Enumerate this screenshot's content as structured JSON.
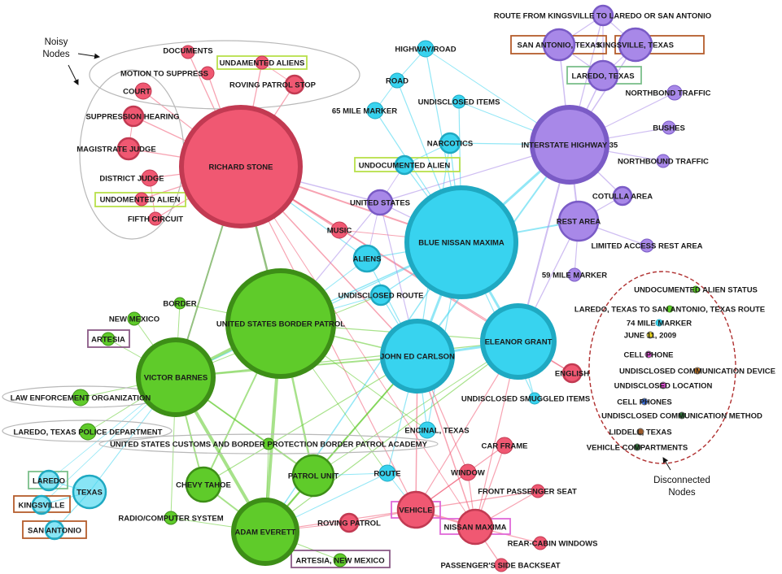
{
  "annotations": {
    "noisy": [
      "Noisy",
      "Nodes"
    ],
    "disconnected": [
      "Disconnected",
      "Nodes"
    ]
  },
  "colors": {
    "pink": "#f05872",
    "pink_dark": "#c23a52",
    "green": "#5fcb2a",
    "green_dark": "#3d8e17",
    "cyan": "#38d3ef",
    "cyan_dark": "#1fa9c2",
    "purple": "#a888e8",
    "purple_dark": "#7a5bc6",
    "box_yellowgreen": "#b8e04a",
    "box_magenta": "#e069d8",
    "box_brown": "#b55d2c",
    "box_plum": "#8a5a86",
    "box_sage": "#7bbf8a",
    "ellipse_gray": "#b8b8b8",
    "ellipse_red": "#b03030"
  },
  "nodes": [
    {
      "id": "richard_stone",
      "label": "RICHARD STONE",
      "color": "pink"
    },
    {
      "id": "documents",
      "label": "DOCUMENTS",
      "color": "pink"
    },
    {
      "id": "motion",
      "label": "MOTION TO SUPPRESS",
      "color": "pink"
    },
    {
      "id": "undamented",
      "label": "UNDAMENTED ALIENS",
      "color": "pink"
    },
    {
      "id": "roving_stop",
      "label": "ROVING PATROL STOP",
      "color": "pink"
    },
    {
      "id": "court",
      "label": "COURT",
      "color": "pink"
    },
    {
      "id": "suppression",
      "label": "SUPPRESSION HEARING",
      "color": "pink"
    },
    {
      "id": "magistrate",
      "label": "MAGISTRATE JUDGE",
      "color": "pink"
    },
    {
      "id": "district",
      "label": "DISTRICT JUDGE",
      "color": "pink"
    },
    {
      "id": "undomented",
      "label": "UNDOMENTED ALIEN",
      "color": "pink"
    },
    {
      "id": "fifth",
      "label": "FIFTH CIRCUIT",
      "color": "pink"
    },
    {
      "id": "music",
      "label": "MUSIC",
      "color": "pink"
    },
    {
      "id": "highway_road",
      "label": "HIGHWAY/ROAD",
      "color": "cyan"
    },
    {
      "id": "road",
      "label": "ROAD",
      "color": "cyan"
    },
    {
      "id": "m65",
      "label": "65 MILE MARKER",
      "color": "cyan"
    },
    {
      "id": "undisclosed_items",
      "label": "UNDISCLOSED ITEMS",
      "color": "cyan"
    },
    {
      "id": "narcotics",
      "label": "NARCOTICS",
      "color": "cyan"
    },
    {
      "id": "undocumented_alien",
      "label": "UNDOCUMENTED ALIEN",
      "color": "cyan"
    },
    {
      "id": "united_states",
      "label": "UNITED STATES",
      "color": "purple"
    },
    {
      "id": "blue_nissan",
      "label": "BLUE NISSAN MAXIMA",
      "color": "cyan"
    },
    {
      "id": "aliens",
      "label": "ALIENS",
      "color": "cyan"
    },
    {
      "id": "undisclosed_route",
      "label": "UNDISCLOSED ROUTE",
      "color": "cyan"
    },
    {
      "id": "john",
      "label": "JOHN ED CARLSON",
      "color": "cyan"
    },
    {
      "id": "eleanor",
      "label": "ELEANOR GRANT",
      "color": "cyan"
    },
    {
      "id": "english",
      "label": "ENGLISH",
      "color": "pink"
    },
    {
      "id": "smuggled",
      "label": "UNDISCLOSED SMUGGLED ITEMS",
      "color": "cyan"
    },
    {
      "id": "encinal",
      "label": "ENCINAL, TEXAS",
      "color": "cyan"
    },
    {
      "id": "car_frame",
      "label": "CAR FRAME",
      "color": "pink"
    },
    {
      "id": "window",
      "label": "WINDOW",
      "color": "pink"
    },
    {
      "id": "route",
      "label": "ROUTE",
      "color": "cyan"
    },
    {
      "id": "front_seat",
      "label": "FRONT PASSENGER SEAT",
      "color": "pink"
    },
    {
      "id": "vehicle",
      "label": "VEHICLE",
      "color": "pink"
    },
    {
      "id": "nissan_maxima",
      "label": "NISSAN MAXIMA",
      "color": "pink"
    },
    {
      "id": "rear_cabin",
      "label": "REAR-CABIN WINDOWS",
      "color": "pink"
    },
    {
      "id": "backseat",
      "label": "PASSENGER'S SIDE BACKSEAT",
      "color": "pink"
    },
    {
      "id": "roving_patrol",
      "label": "ROVING PATROL",
      "color": "pink"
    },
    {
      "id": "route_kingsville",
      "label": "ROUTE FROM KINGSVILLE TO LAREDO OR SAN ANTONIO",
      "color": "purple"
    },
    {
      "id": "san_antonio_tx",
      "label": "SAN ANTONIO, TEXAS",
      "color": "purple"
    },
    {
      "id": "kingsville_tx",
      "label": "KINGSVILLE, TEXAS",
      "color": "purple"
    },
    {
      "id": "laredo_tx",
      "label": "LAREDO, TEXAS",
      "color": "purple"
    },
    {
      "id": "northbond",
      "label": "NORTHBOND TRAFFIC",
      "color": "purple"
    },
    {
      "id": "bushes",
      "label": "BUSHES",
      "color": "purple"
    },
    {
      "id": "i35",
      "label": "INTERSTATE HIGHWAY 35",
      "color": "purple"
    },
    {
      "id": "northbound",
      "label": "NORTHBOUND TRAFFIC",
      "color": "purple"
    },
    {
      "id": "cotulla",
      "label": "COTULLA AREA",
      "color": "purple"
    },
    {
      "id": "rest_area",
      "label": "REST AREA",
      "color": "purple"
    },
    {
      "id": "limited_rest",
      "label": "LIMITED ACCESS REST AREA",
      "color": "purple"
    },
    {
      "id": "m59",
      "label": "59 MILE MARKER",
      "color": "purple"
    },
    {
      "id": "usbp",
      "label": "UNITED STATES BORDER PATROL",
      "color": "green"
    },
    {
      "id": "border",
      "label": "BORDER",
      "color": "green"
    },
    {
      "id": "new_mexico",
      "label": "NEW MEXICO",
      "color": "green"
    },
    {
      "id": "artesia",
      "label": "ARTESIA",
      "color": "green"
    },
    {
      "id": "victor",
      "label": "VICTOR BARNES",
      "color": "green"
    },
    {
      "id": "law_enf",
      "label": "LAW ENFORCEMENT ORGANIZATION",
      "color": "green"
    },
    {
      "id": "laredo_police",
      "label": "LAREDO, TEXAS POLICE DEPARTMENT",
      "color": "green"
    },
    {
      "id": "academy",
      "label": "UNITED STATES CUSTOMS AND BORDER PROTECTION BORDER PATROL ACADEMY",
      "color": "green"
    },
    {
      "id": "chevy",
      "label": "CHEVY TAHOE",
      "color": "green"
    },
    {
      "id": "patrol_unit",
      "label": "PATROL UNIT",
      "color": "green"
    },
    {
      "id": "radio",
      "label": "RADIO/COMPUTER SYSTEM",
      "color": "green"
    },
    {
      "id": "adam",
      "label": "ADAM EVERETT",
      "color": "green"
    },
    {
      "id": "artesia_nm",
      "label": "ARTESIA, NEW MEXICO",
      "color": "green"
    },
    {
      "id": "laredo",
      "label": "LAREDO",
      "color": "cyan"
    },
    {
      "id": "texas",
      "label": "TEXAS",
      "color": "cyan"
    },
    {
      "id": "kingsville",
      "label": "KINGSVILLE",
      "color": "cyan"
    },
    {
      "id": "san_antonio",
      "label": "SAN ANTONIO",
      "color": "cyan"
    },
    {
      "id": "d1",
      "label": "UNDOCUMENTED ALIEN STATUS",
      "color": "green"
    },
    {
      "id": "d2",
      "label": "LAREDO, TEXAS TO SAN ANTONIO, TEXAS ROUTE",
      "color": "green"
    },
    {
      "id": "d3",
      "label": "74 MILE MARKER",
      "color": "cyan"
    },
    {
      "id": "d4",
      "label": "JUNE 11, 2009",
      "color": "yellow"
    },
    {
      "id": "d5",
      "label": "CELL PHONE",
      "color": "magenta"
    },
    {
      "id": "d6",
      "label": "UNDISCLOSED COMMUNICATION DEVICE",
      "color": "orange"
    },
    {
      "id": "d7",
      "label": "UNDISCLOSED LOCATION",
      "color": "magenta"
    },
    {
      "id": "d8",
      "label": "CELL PHONES",
      "color": "blue"
    },
    {
      "id": "d9",
      "label": "UNDISCLOSED COMMUNICATION METHOD",
      "color": "darkgreen"
    },
    {
      "id": "d10",
      "label": "LIDDELL, TEXAS",
      "color": "brown"
    },
    {
      "id": "d11",
      "label": "VEHICLE COMPARTMENTS",
      "color": "darkgreen"
    }
  ]
}
